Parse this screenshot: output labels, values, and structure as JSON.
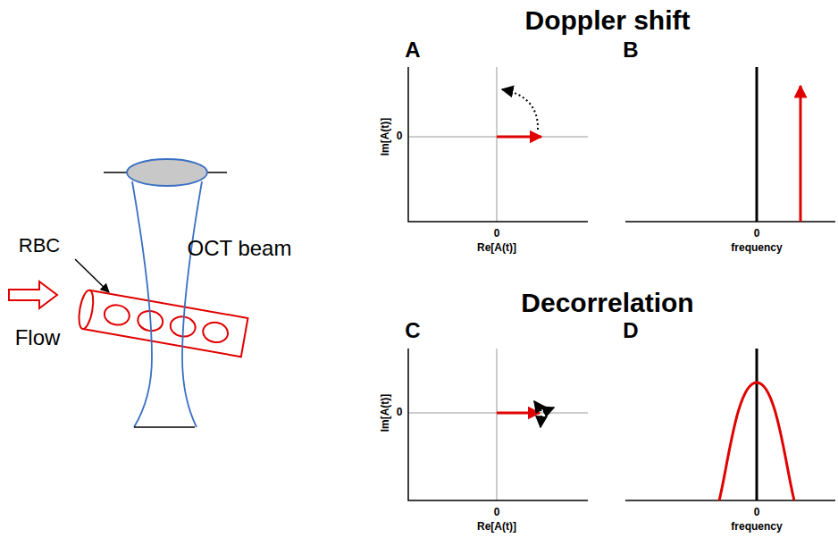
{
  "diagram": {
    "labels": [
      "RBC",
      "OCT beam",
      "Flow",
      "Doppler shift",
      "A",
      "Im[A(t)]",
      "0",
      "0",
      "Re[A(t)]",
      "B",
      "0",
      "frequency",
      "Decorrelation",
      "C",
      "Im[A(t)]",
      "0",
      "0",
      "Re[A(t)]",
      "D",
      "0",
      "frequency"
    ]
  }
}
